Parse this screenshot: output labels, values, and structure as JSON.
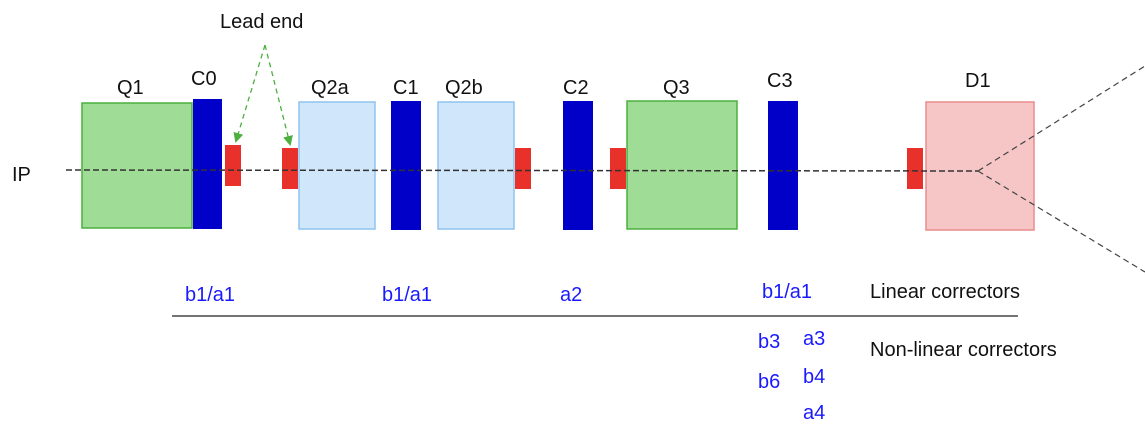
{
  "ip_label": "IP",
  "lead_end_label": "Lead end",
  "elements": {
    "Q1": "Q1",
    "C0": "C0",
    "Q2a": "Q2a",
    "C1": "C1",
    "Q2b": "Q2b",
    "C2": "C2",
    "Q3": "Q3",
    "C3": "C3",
    "D1": "D1"
  },
  "linear_correctors": {
    "title": "Linear correctors",
    "c0": "b1/a1",
    "c1": "b1/a1",
    "c2": "a2",
    "c3": "b1/a1"
  },
  "nonlinear_correctors": {
    "title": "Non-linear correctors",
    "c3_left": [
      "b3",
      "b6"
    ],
    "c3_right": [
      "a3",
      "b4",
      "a4"
    ]
  },
  "colors": {
    "quad_green_fill": "#9fdc95",
    "quad_green_stroke": "#4caf3f",
    "quad_blue_fill": "#cfe6fb",
    "quad_blue_stroke": "#8fc3ee",
    "corrector": "#0000c8",
    "lead": "#e8312a",
    "dipole_fill": "#f6c6c6",
    "dipole_stroke": "#e88b8b",
    "arrow": "#4caf3f",
    "text_blue": "#1a1aff"
  }
}
